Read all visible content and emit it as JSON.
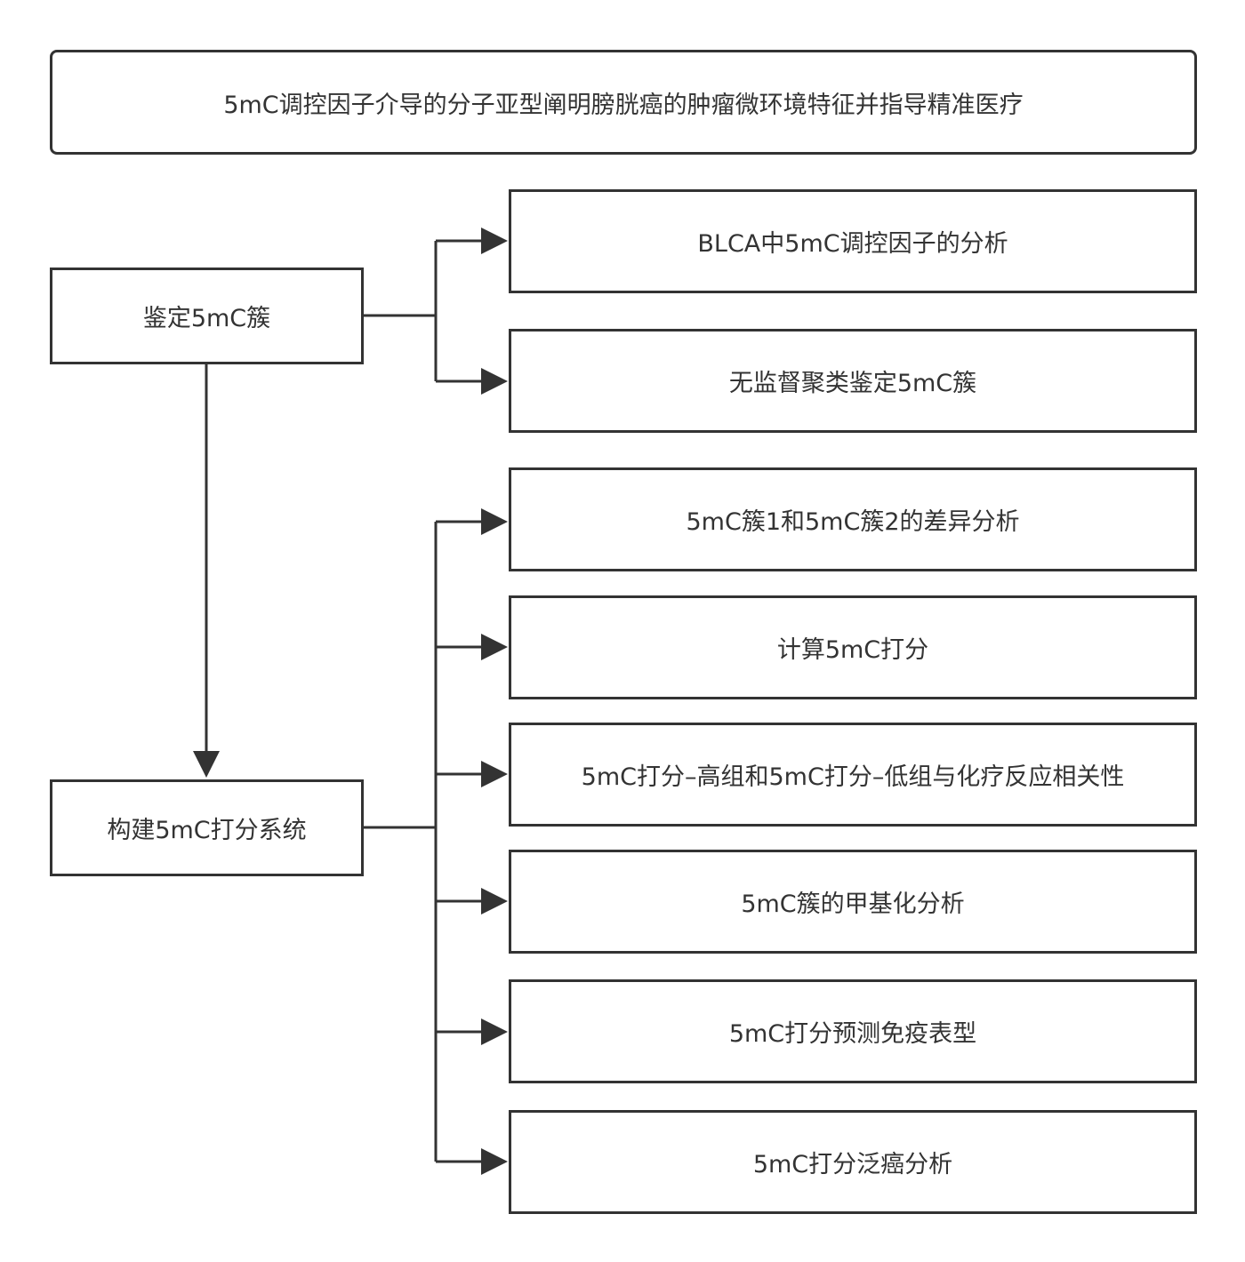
{
  "diagram": {
    "title": "5mC调控因子介导的分子亚型阐明膀胱癌的肿瘤微环境特征并指导精准医疗",
    "left_nodes": {
      "identify": "鉴定5mC簇",
      "build": "构建5mC打分系统"
    },
    "identify_children": [
      "BLCA中5mC调控因子的分析",
      "无监督聚类鉴定5mC簇"
    ],
    "build_children": [
      "5mC簇1和5mC簇2的差异分析",
      "计算5mC打分",
      "5mC打分–高组和5mC打分–低组与化疗反应相关性",
      "5mC簇的甲基化分析",
      "5mC打分预测免疫表型",
      "5mC打分泛癌分析"
    ],
    "colors": {
      "stroke": "#333333",
      "text": "#333333",
      "background": "#ffffff"
    }
  }
}
